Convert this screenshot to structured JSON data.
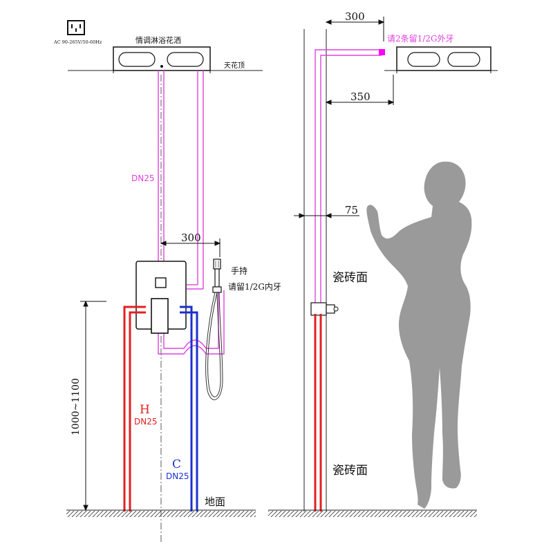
{
  "power": {
    "spec": "AC 90-265V/50-60Hz"
  },
  "front": {
    "shower_head_title": "情调淋浴花洒",
    "ceiling_label": "天花顶",
    "pipe_size": "DN25",
    "dimension_spacing": "300",
    "handheld_label": "手持",
    "handheld_note": "请留1/2G内牙",
    "height_range": "1000~1100",
    "hot_letter": "H",
    "hot_size": "DN25",
    "cold_letter": "C",
    "cold_size": "DN25",
    "floor_label": "地面"
  },
  "side": {
    "dimension_top": "300",
    "outlet_note": "请2条留1/2G外牙",
    "dimension_drop": "350",
    "dimension_wall": "75",
    "tile_upper": "瓷砖面",
    "tile_lower": "瓷砖面"
  },
  "colors": {
    "hot_pipe": "#e02020",
    "cold_pipe": "#1a2fd0",
    "mixed_pipe": "#e040e0",
    "outlet_marker": "#ff00ff",
    "figure": "#9a9a9a",
    "linework": "#222222"
  }
}
